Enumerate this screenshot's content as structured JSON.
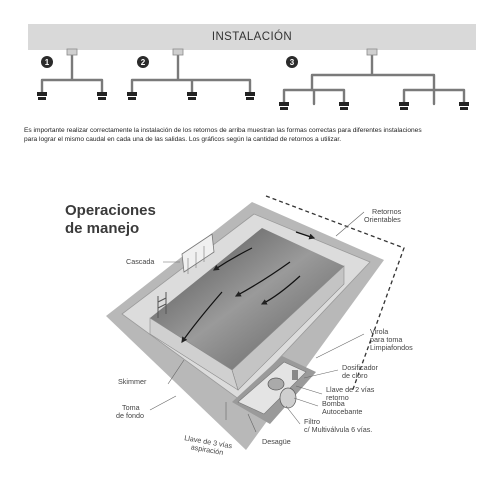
{
  "header": {
    "title": "INSTALACIÓN"
  },
  "install_steps": [
    {
      "number": "1"
    },
    {
      "number": "2"
    },
    {
      "number": "3"
    }
  ],
  "note": {
    "line1": "Es importante realizar correctamente la instalación de los retornos de arriba muestran las formas correctas para diferentes instalaciones",
    "line2": "para lograr el mismo caudal en cada una de las salidas. Los gráficos según la cantidad de retornos a utilizar."
  },
  "section": {
    "title_line1": "Operaciones",
    "title_line2": "de manejo"
  },
  "labels": {
    "cascada": "Cascada",
    "retornos_l1": "Retornos",
    "retornos_l2": "Orientables",
    "skimmer": "Skimmer",
    "toma_l1": "Toma",
    "toma_l2": "de fondo",
    "llave3_l1": "Llave de 3 vías",
    "llave3_l2": "aspiración",
    "desague": "Desagüe",
    "filtro_l1": "Filtro",
    "filtro_l2": "c/ Multiválvula 6 vías.",
    "bomba_l1": "Bomba",
    "bomba_l2": "Autocebante",
    "llave2_l1": "Llave de 2 vías",
    "llave2_l2": "retorno",
    "dosificador_l1": "Dosificador",
    "dosificador_l2": "de cloro",
    "virola_l1": "Virola",
    "virola_l2": "para toma",
    "virola_l3": "Limpiafondos"
  }
}
